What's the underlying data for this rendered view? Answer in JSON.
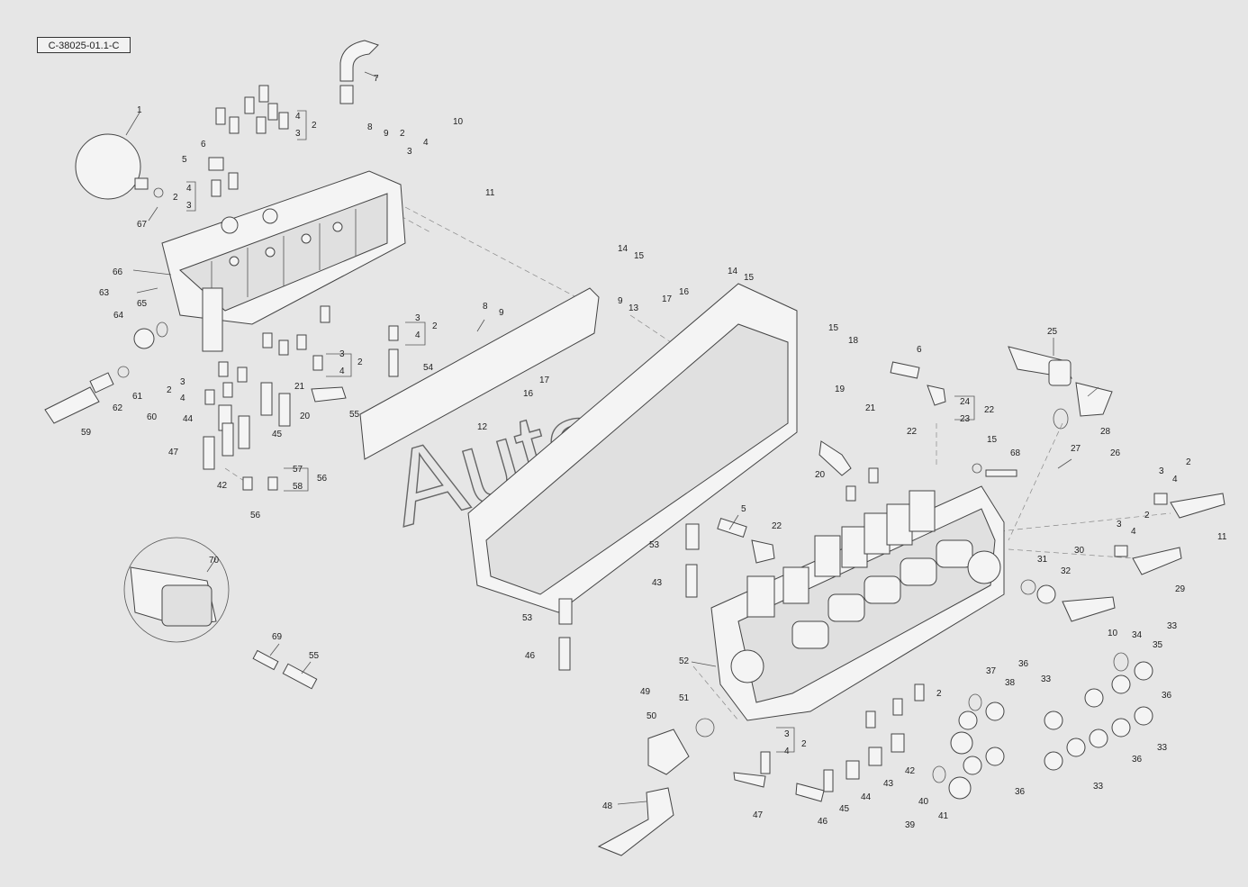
{
  "reference_code": "C-38025-01.1-C",
  "watermark": "AutoSoft",
  "callouts": [
    {
      "id": "c1",
      "text": "1"
    },
    {
      "id": "c67",
      "text": "67"
    },
    {
      "id": "c66",
      "text": "66"
    },
    {
      "id": "c63",
      "text": "63"
    },
    {
      "id": "c65",
      "text": "65"
    },
    {
      "id": "c64",
      "text": "64"
    },
    {
      "id": "c2a",
      "text": "2"
    },
    {
      "id": "c4a",
      "text": "4"
    },
    {
      "id": "c3a",
      "text": "3"
    },
    {
      "id": "c5",
      "text": "5"
    },
    {
      "id": "c6a",
      "text": "6"
    },
    {
      "id": "c4b",
      "text": "4"
    },
    {
      "id": "c3b",
      "text": "3"
    },
    {
      "id": "c2b",
      "text": "2"
    },
    {
      "id": "c7",
      "text": "7"
    },
    {
      "id": "c8a",
      "text": "8"
    },
    {
      "id": "c9a",
      "text": "9"
    },
    {
      "id": "c2c",
      "text": "2"
    },
    {
      "id": "c4c",
      "text": "4"
    },
    {
      "id": "c3c",
      "text": "3"
    },
    {
      "id": "c10a",
      "text": "10"
    },
    {
      "id": "c11a",
      "text": "11"
    },
    {
      "id": "c14a",
      "text": "14"
    },
    {
      "id": "c15a",
      "text": "15"
    },
    {
      "id": "c14b",
      "text": "14"
    },
    {
      "id": "c15b",
      "text": "15"
    },
    {
      "id": "c8b",
      "text": "8"
    },
    {
      "id": "c9b",
      "text": "9"
    },
    {
      "id": "c9c",
      "text": "9"
    },
    {
      "id": "c13",
      "text": "13"
    },
    {
      "id": "c17a",
      "text": "17"
    },
    {
      "id": "c16a",
      "text": "16"
    },
    {
      "id": "c3d",
      "text": "3"
    },
    {
      "id": "c4d",
      "text": "4"
    },
    {
      "id": "c2d",
      "text": "2"
    },
    {
      "id": "c54",
      "text": "54"
    },
    {
      "id": "c3e",
      "text": "3"
    },
    {
      "id": "c4e",
      "text": "4"
    },
    {
      "id": "c2e",
      "text": "2"
    },
    {
      "id": "c61",
      "text": "61"
    },
    {
      "id": "c62",
      "text": "62"
    },
    {
      "id": "c60",
      "text": "60"
    },
    {
      "id": "c59",
      "text": "59"
    },
    {
      "id": "c3f",
      "text": "3"
    },
    {
      "id": "c2f",
      "text": "2"
    },
    {
      "id": "c4f",
      "text": "4"
    },
    {
      "id": "c21a",
      "text": "21"
    },
    {
      "id": "c20a",
      "text": "20"
    },
    {
      "id": "c55a",
      "text": "55"
    },
    {
      "id": "c44a",
      "text": "44"
    },
    {
      "id": "c45a",
      "text": "45"
    },
    {
      "id": "c47a",
      "text": "47"
    },
    {
      "id": "c42a",
      "text": "42"
    },
    {
      "id": "c57",
      "text": "57"
    },
    {
      "id": "c58",
      "text": "58"
    },
    {
      "id": "c56a",
      "text": "56"
    },
    {
      "id": "c56b",
      "text": "56"
    },
    {
      "id": "c12",
      "text": "12"
    },
    {
      "id": "c17b",
      "text": "17"
    },
    {
      "id": "c16b",
      "text": "16"
    },
    {
      "id": "c15c",
      "text": "15"
    },
    {
      "id": "c18",
      "text": "18"
    },
    {
      "id": "c19",
      "text": "19"
    },
    {
      "id": "c6b",
      "text": "6"
    },
    {
      "id": "c24",
      "text": "24"
    },
    {
      "id": "c23",
      "text": "23"
    },
    {
      "id": "c22a",
      "text": "22"
    },
    {
      "id": "c25",
      "text": "25"
    },
    {
      "id": "c27",
      "text": "27"
    },
    {
      "id": "c28",
      "text": "28"
    },
    {
      "id": "c26",
      "text": "26"
    },
    {
      "id": "c21b",
      "text": "21"
    },
    {
      "id": "c22b",
      "text": "22"
    },
    {
      "id": "c20b",
      "text": "20"
    },
    {
      "id": "c15d",
      "text": "15"
    },
    {
      "id": "c68",
      "text": "68"
    },
    {
      "id": "c2g",
      "text": "2"
    },
    {
      "id": "c3g",
      "text": "3"
    },
    {
      "id": "c4g",
      "text": "4"
    },
    {
      "id": "c11b",
      "text": "11"
    },
    {
      "id": "c2h",
      "text": "2"
    },
    {
      "id": "c3h",
      "text": "3"
    },
    {
      "id": "c4h",
      "text": "4"
    },
    {
      "id": "c30",
      "text": "30"
    },
    {
      "id": "c29",
      "text": "29"
    },
    {
      "id": "c31",
      "text": "31"
    },
    {
      "id": "c32",
      "text": "32"
    },
    {
      "id": "c10b",
      "text": "10"
    },
    {
      "id": "c5b",
      "text": "5"
    },
    {
      "id": "c22c",
      "text": "22"
    },
    {
      "id": "c53a",
      "text": "53"
    },
    {
      "id": "c43a",
      "text": "43"
    },
    {
      "id": "c53b",
      "text": "53"
    },
    {
      "id": "c46a",
      "text": "46"
    },
    {
      "id": "c70",
      "text": "70"
    },
    {
      "id": "c69",
      "text": "69"
    },
    {
      "id": "c55b",
      "text": "55"
    },
    {
      "id": "c52",
      "text": "52"
    },
    {
      "id": "c49",
      "text": "49"
    },
    {
      "id": "c51",
      "text": "51"
    },
    {
      "id": "c50",
      "text": "50"
    },
    {
      "id": "c48",
      "text": "48"
    },
    {
      "id": "c3i",
      "text": "3"
    },
    {
      "id": "c4i",
      "text": "4"
    },
    {
      "id": "c2i",
      "text": "2"
    },
    {
      "id": "c47b",
      "text": "47"
    },
    {
      "id": "c46b",
      "text": "46"
    },
    {
      "id": "c45b",
      "text": "45"
    },
    {
      "id": "c44b",
      "text": "44"
    },
    {
      "id": "c43b",
      "text": "43"
    },
    {
      "id": "c42b",
      "text": "42"
    },
    {
      "id": "c2j",
      "text": "2"
    },
    {
      "id": "c37",
      "text": "37"
    },
    {
      "id": "c36a",
      "text": "36"
    },
    {
      "id": "c38",
      "text": "38"
    },
    {
      "id": "c33a",
      "text": "33"
    },
    {
      "id": "c34",
      "text": "34"
    },
    {
      "id": "c35",
      "text": "35"
    },
    {
      "id": "c33b",
      "text": "33"
    },
    {
      "id": "c36b",
      "text": "36"
    },
    {
      "id": "c33c",
      "text": "33"
    },
    {
      "id": "c36c",
      "text": "36"
    },
    {
      "id": "c33d",
      "text": "33"
    },
    {
      "id": "c36d",
      "text": "36"
    },
    {
      "id": "c40",
      "text": "40"
    },
    {
      "id": "c41",
      "text": "41"
    },
    {
      "id": "c39",
      "text": "39"
    }
  ]
}
